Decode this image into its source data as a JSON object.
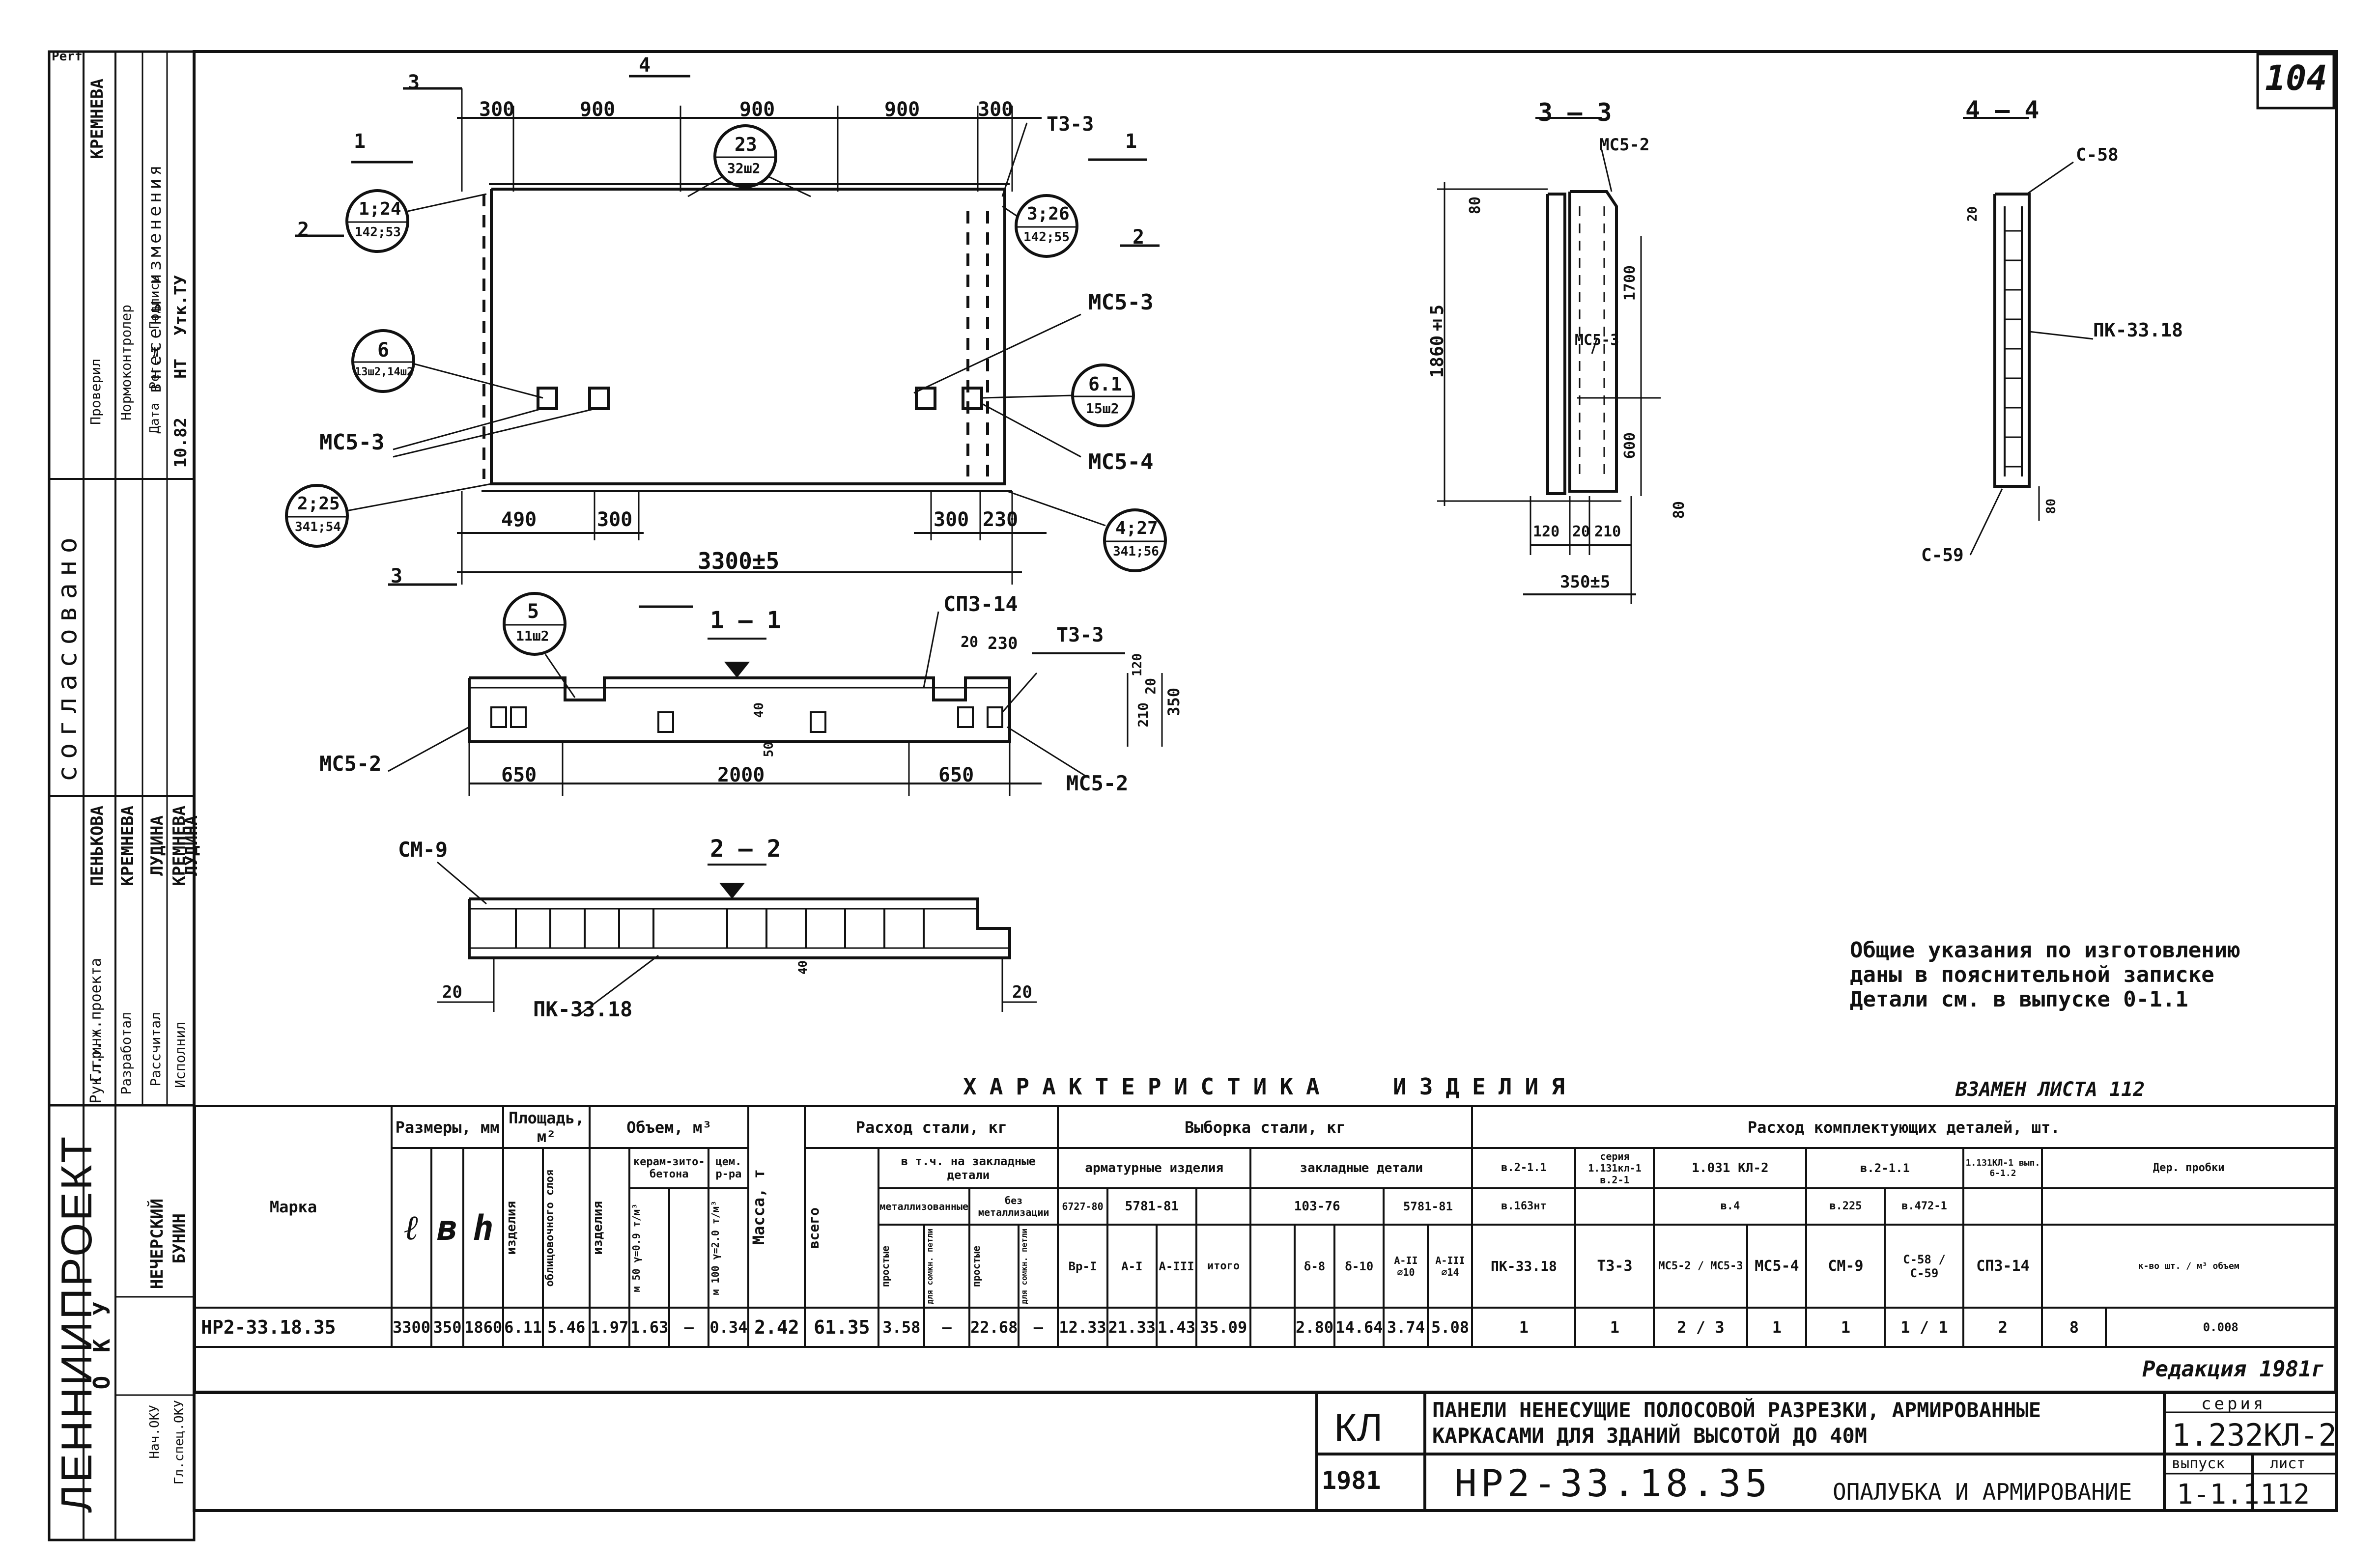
{
  "sheet_number": "104",
  "perf_mark": "Perf",
  "left_strip": {
    "org_name": "ЛЕННИИПРОЕКТ",
    "ok_label": "О К У",
    "soglasovano": "согласовано",
    "changes_title": "внесены изменения",
    "roles": [
      "Гл.инж.проекта",
      "Рук.гр.",
      "Разработал",
      "Рассчитал",
      "Исполнил"
    ],
    "names": [
      "ПЕНЬКОВА",
      "КРЕМНЕВА",
      "ЛУДИНА",
      "КРЕМНЕВА",
      "ЛУДИНА"
    ],
    "okc_names": [
      "НЕЧЕРСКИЙ",
      "БУНИН"
    ],
    "nach_okc": "Нач.ОКУ",
    "gl_spec": "Гл.спец.ОКУ",
    "proverl": "Проверил",
    "normokontrol": "Нормоконтролер",
    "kremneva": "КРЕМНЕВА",
    "change_cols": [
      "Дата",
      "Рег.№",
      "Подпись"
    ],
    "change_vals": [
      "10.82",
      "НТ",
      "Утк.ТУ"
    ]
  },
  "plan_view": {
    "top_dims": [
      "300",
      "900",
      "900",
      "900",
      "300"
    ],
    "bottom_dims": [
      "490",
      "300",
      "300",
      "230"
    ],
    "overall": "3300±5",
    "section_marks": [
      "3",
      "4",
      "1",
      "1",
      "2",
      "2",
      "3"
    ],
    "bubbles": [
      {
        "top": "1;24",
        "bottom": "142;53"
      },
      {
        "top": "23",
        "bottom": "32ш2"
      },
      {
        "top": "3;26",
        "bottom": "142;55"
      },
      {
        "top": "6",
        "bottom": "13ш2,14ш2"
      },
      {
        "top": "6.1",
        "bottom": "15ш2"
      },
      {
        "top": "2;25",
        "bottom": "341;54"
      },
      {
        "top": "4;27",
        "bottom": "341;56"
      }
    ],
    "labels": [
      "Т3-3",
      "МС5-3",
      "МС5-3",
      "МС5-4"
    ]
  },
  "section_1_1": {
    "title": "1 — 1",
    "bubble": {
      "top": "5",
      "bottom": "11ш2"
    },
    "labels": [
      "СП3-14",
      "Т3-3",
      "МС5-2",
      "МС5-2"
    ],
    "dims": [
      "650",
      "2000",
      "650",
      "20",
      "230",
      "120",
      "210",
      "20",
      "350",
      "40",
      "50"
    ]
  },
  "section_2_2": {
    "title": "2 — 2",
    "labels": [
      "СМ-9",
      "ПК-33.18"
    ],
    "dims": [
      "20",
      "20",
      "40"
    ]
  },
  "section_3_3": {
    "title": "3 — 3",
    "labels": [
      "МС5-2",
      "МС5-3"
    ],
    "dims": [
      "1860±5",
      "80",
      "1700",
      "600",
      "80",
      "120",
      "20",
      "210",
      "350±5"
    ]
  },
  "section_4_4": {
    "title": "4 — 4",
    "labels": [
      "С-58",
      "ПК-33.18",
      "С-59"
    ],
    "dims": [
      "20",
      "80"
    ]
  },
  "general_notes": [
    "Общие указания по изготовлению",
    "даны в пояснительной записке",
    "Детали см. в выпуске 0-1.1"
  ],
  "table": {
    "title_left": "ХАРАКТЕРИСТИКА",
    "title_right": "ИЗДЕЛИЯ",
    "replaced": "ВЗАМЕН ЛИСТА 112",
    "h_marka": "Марка",
    "h_sizes": "Размеры, мм",
    "h_area": "Площадь, м²",
    "h_volume": "Объем, м³",
    "h_mass": "Масса, т",
    "h_steel": "Расход стали, кг",
    "h_sample": "Выборка стали, кг",
    "h_parts": "Расход комплектующих деталей, шт.",
    "h_l": "ℓ",
    "h_b": "в",
    "h_h": "h",
    "h_izd": "изделия",
    "h_obl": "облицовочного слоя",
    "h_vol_izd": "изделия",
    "h_keram": "керам-зито-бетона",
    "h_cem": "цем. р-ра",
    "h_m50": "м 50 γ=0.9 т/м³",
    "h_m100": "м 100 γ=2.0 т/м³",
    "h_total": "всего",
    "h_incl": "в т.ч. на закладные детали",
    "h_met": "металлизованные",
    "h_bezmet": "без металлизации",
    "h_prost": "простые",
    "h_dlyasv": "для сомкн. петли",
    "h_armat": "арматурные изделия",
    "h_zakl": "закладные детали",
    "h_gost1": "6727-80",
    "h_gost2": "5781-81",
    "h_gost3": "103-76",
    "h_gost4": "5781-81",
    "h_bp1": "Вр-I",
    "h_a1": "А-I",
    "h_a3": "А-III",
    "h_itogo": "итого",
    "h_d8": "δ-8",
    "h_d10": "δ-10",
    "h_a2_10": "А-II ∅10",
    "h_a3_14": "А-III ∅14",
    "p_headers": [
      {
        "series": "в.2-1.1",
        "issue": "в.163нт",
        "name": "ПК-33.18"
      },
      {
        "series": "серия 1.131кл-1 в.2-1",
        "issue": "",
        "name": "Т3-3"
      },
      {
        "series": "1.031 КЛ-2",
        "issue": "в.4",
        "name": "МС5-2 / МС5-3"
      },
      {
        "series": "",
        "issue": "",
        "name": "МС5-4"
      },
      {
        "series": "в.2-1.1",
        "issue": "в.225",
        "name": "СМ-9"
      },
      {
        "series": "в.472-1",
        "issue": "",
        "name": "С-58 / С-59"
      },
      {
        "series": "1.131КЛ-1 вып. 6-1.2",
        "issue": "",
        "name": "СП3-14"
      },
      {
        "series": "Дер. пробки",
        "issue": "",
        "name": "к-во шт. / м³ объем"
      }
    ],
    "row": {
      "marka": "НР2-33.18.35",
      "l": "3300",
      "b": "350",
      "h": "1860",
      "area_izd": "6.11",
      "area_obl": "5.46",
      "vol_izd": "1.97",
      "vol_m50": "1.63",
      "vol_m100": "—",
      "vol_cem": "0.34",
      "mass": "2.42",
      "steel_total": "61.35",
      "met_prost": "3.58",
      "met_sv": "—",
      "bez_prost": "22.68",
      "bez_sv": "—",
      "bp1": "12.33",
      "a1": "21.33",
      "a3": "1.43",
      "itogo": "35.09",
      "d8": "2.80",
      "d10": "14.64",
      "a2": "3.74",
      "a3_14": "5.08",
      "pk": "1",
      "t3": "1",
      "ms52": "2",
      "ms53": "3",
      "ms54": "1",
      "sm9": "1",
      "c58": "1",
      "c59": "1",
      "sp3": "2",
      "probki": "8",
      "probki_vol": "0.008"
    },
    "redakciya": "Редакция 1981г"
  },
  "title_block": {
    "kl": "КЛ",
    "description_line1": "ПАНЕЛИ НЕНЕСУЩИЕ ПОЛОСОВОЙ РАЗРЕЗКИ, АРМИРОВАННЫЕ",
    "description_line2": "КАРКАСАМИ ДЛЯ ЗДАНИЙ ВЫСОТОЙ ДО 40М",
    "year": "1981",
    "mark": "НР2-33.18.35",
    "sheet_title": "ОПАЛУБКА И АРМИРОВАНИЕ",
    "series_label": "серия",
    "series_value": "1.232КЛ-2",
    "issue_label": "выпуск",
    "issue_value": "1-1.1",
    "sheet_label": "лист",
    "sheet_value": "112"
  }
}
